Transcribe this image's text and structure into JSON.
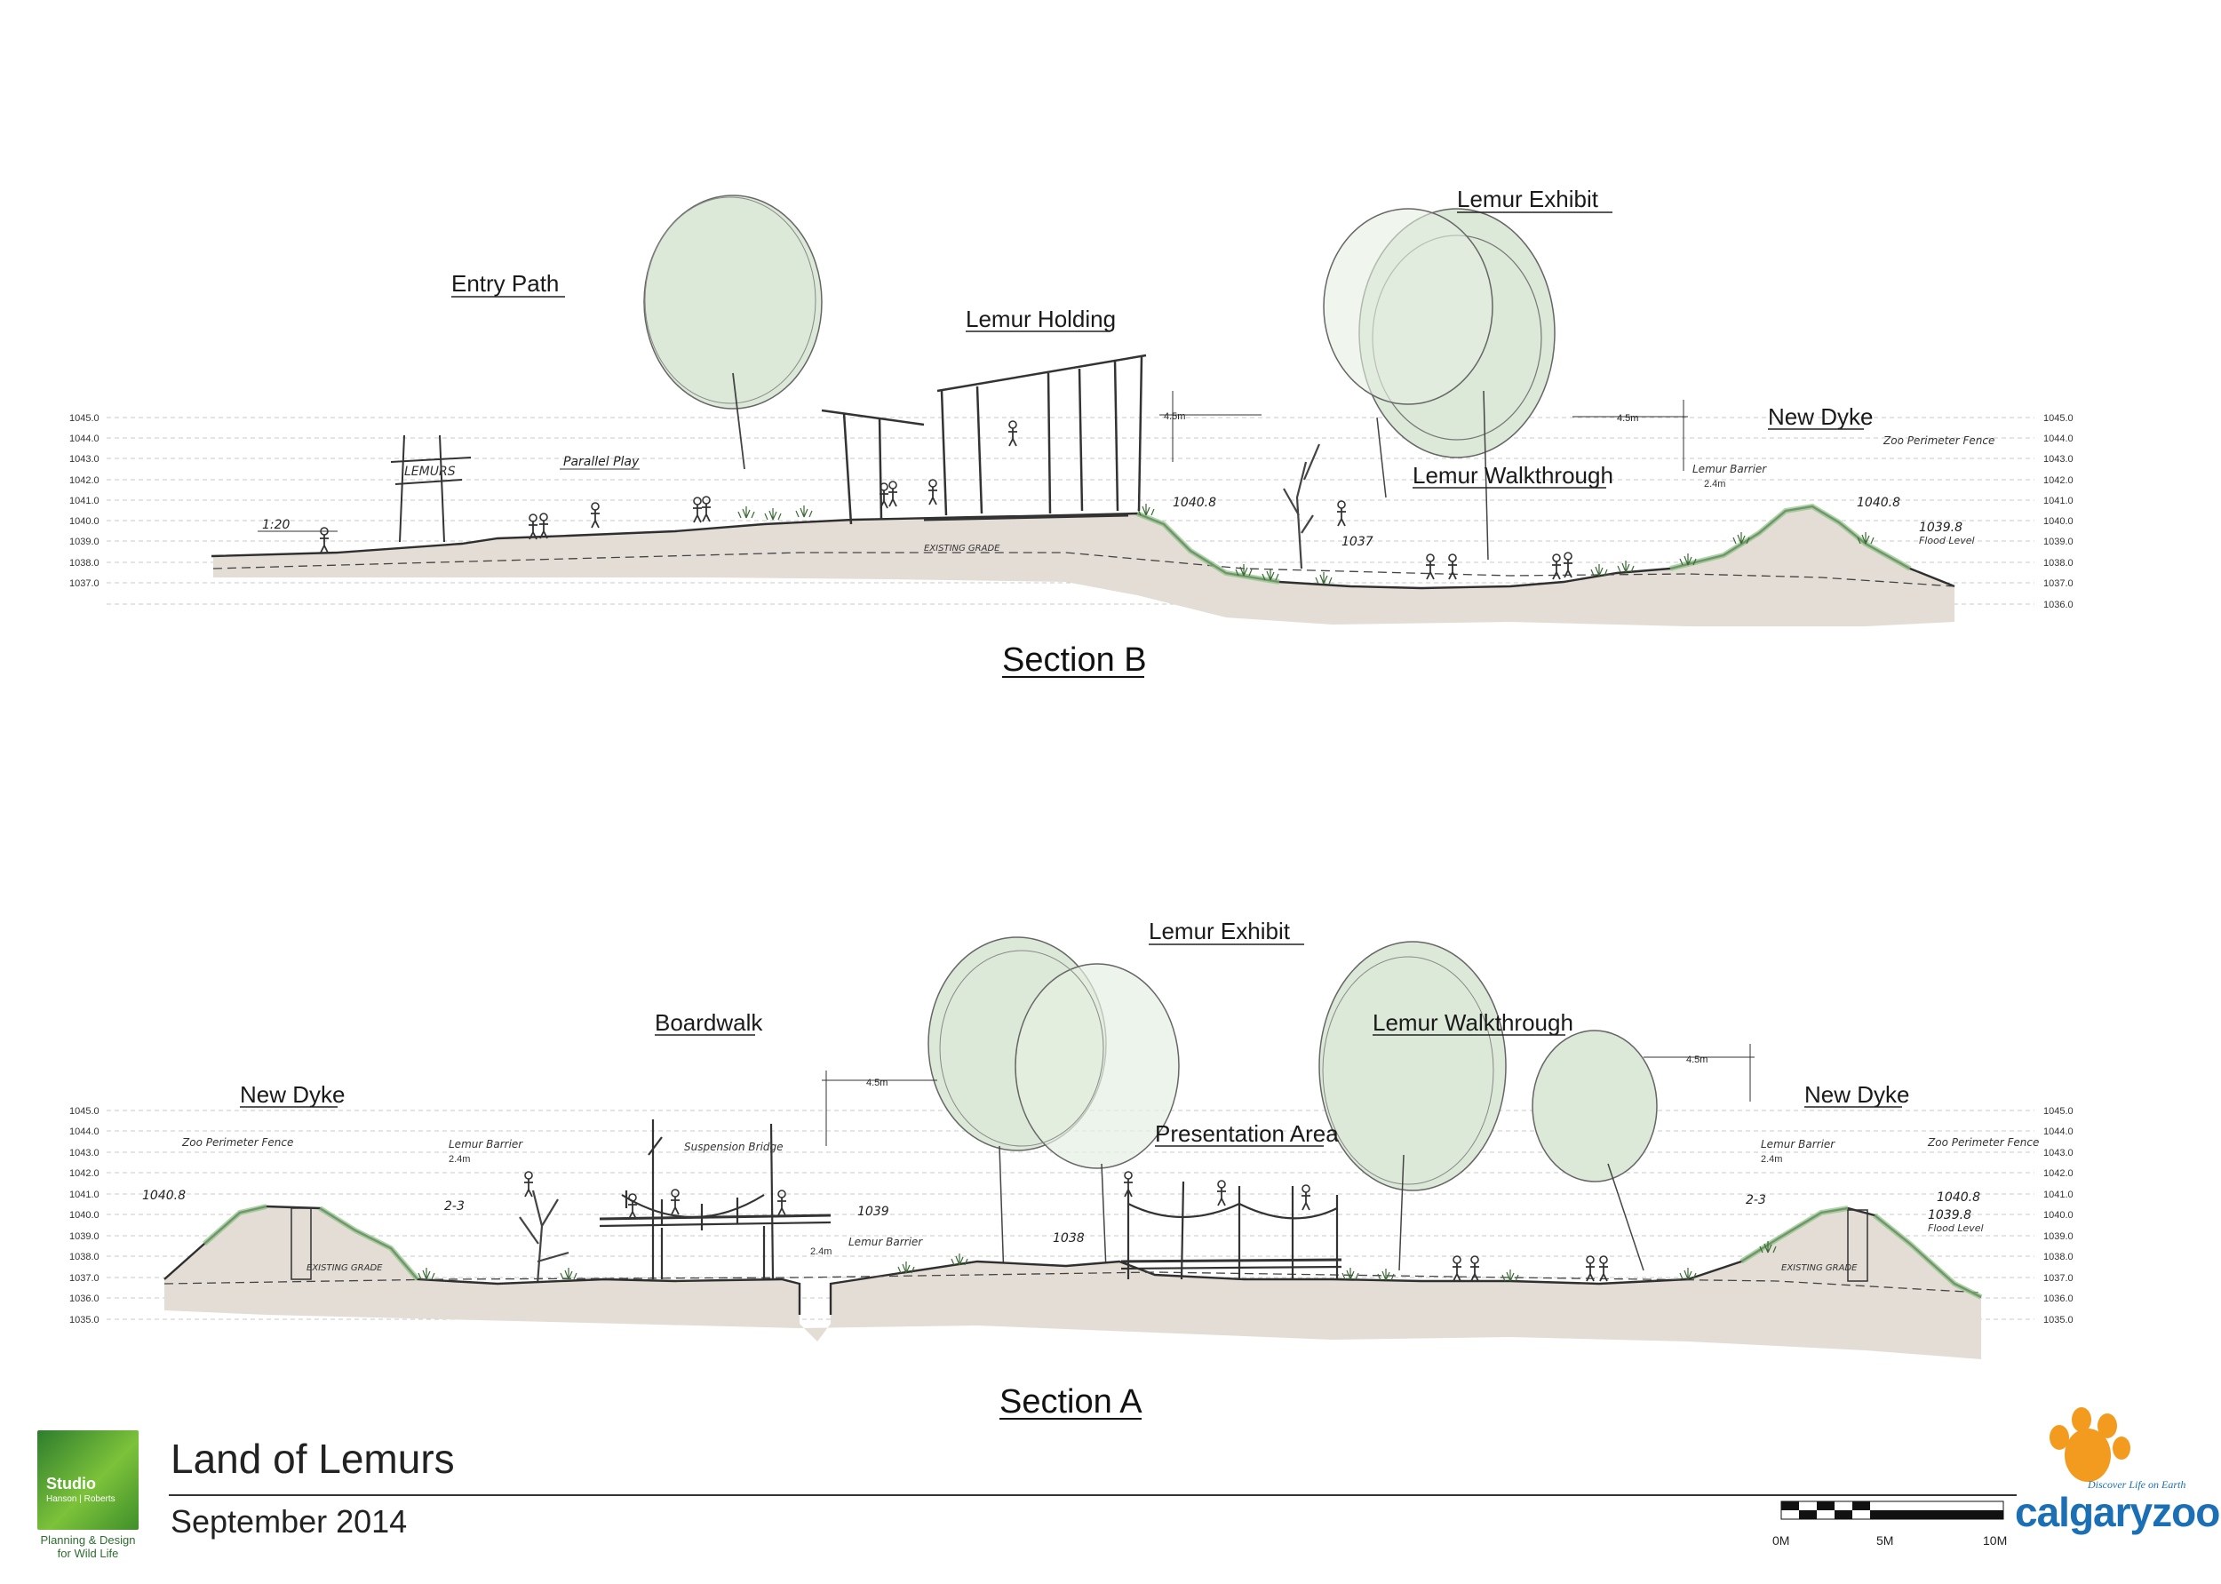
{
  "section_b": {
    "title": "Section B",
    "labels": {
      "entry_path": "Entry Path",
      "lemur_holding": "Lemur Holding",
      "lemur_exhibit": "Lemur Exhibit",
      "new_dyke": "New Dyke",
      "lemur_walkthrough": "Lemur Walkthrough"
    },
    "annotations": {
      "parallel_play": "Parallel Play",
      "slope": "1:20",
      "existing_grade": "EXISTING GRADE",
      "elev_1040_8": "1040.8",
      "elev_1037": "1037",
      "elev_1040_8_right": "1040.8",
      "elev_1039_8": "1039.8",
      "flood_level": "Flood Level",
      "lemur_barrier": "Lemur Barrier",
      "barrier_height": "2.4m",
      "zoo_fence": "Zoo Perimeter Fence",
      "dim_left": "4.5m",
      "dim_right": "4.5m"
    },
    "elevations_left": [
      "1045.0",
      "1044.0",
      "1043.0",
      "1042.0",
      "1041.0",
      "1040.0",
      "1039.0",
      "1038.0",
      "1037.0"
    ],
    "elevations_right": [
      "1045.0",
      "1044.0",
      "1043.0",
      "1042.0",
      "1041.0",
      "1040.0",
      "1039.0",
      "1038.0",
      "1037.0",
      "1036.0"
    ]
  },
  "section_a": {
    "title": "Section A",
    "labels": {
      "lemur_exhibit": "Lemur Exhibit",
      "boardwalk": "Boardwalk",
      "lemur_walkthrough": "Lemur Walkthrough",
      "new_dyke_left": "New Dyke",
      "new_dyke_right": "New Dyke",
      "presentation_area": "Presentation Area"
    },
    "annotations": {
      "zoo_fence_left": "Zoo Perimeter Fence",
      "zoo_fence_right": "Zoo Perimeter Fence",
      "lemur_barrier_left": "Lemur Barrier",
      "lemur_barrier_right": "Lemur Barrier",
      "barrier_height_left": "2.4m",
      "barrier_height_right": "2.4m",
      "barrier_height_mid": "2.4m",
      "lemur_barrier_mid": "Lemur Barrier",
      "suspension_bridge": "Suspension Bridge",
      "slope_left": "2-3",
      "slope_right": "2-3",
      "elev_1040_8_left": "1040.8",
      "elev_1039": "1039",
      "elev_1038": "1038",
      "elev_1040_8_right": "1040.8",
      "elev_1039_8": "1039.8",
      "flood_level": "Flood Level",
      "existing_grade_left": "EXISTING GRADE",
      "existing_grade_right": "EXISTING GRADE",
      "dim_left": "4.5m",
      "dim_right": "4.5m"
    },
    "elevations_left": [
      "1045.0",
      "1044.0",
      "1043.0",
      "1042.0",
      "1041.0",
      "1040.0",
      "1039.0",
      "1038.0",
      "1037.0",
      "1036.0",
      "1035.0"
    ],
    "elevations_right": [
      "1045.0",
      "1044.0",
      "1043.0",
      "1042.0",
      "1041.0",
      "1040.0",
      "1039.0",
      "1038.0",
      "1037.0",
      "1036.0",
      "1035.0"
    ]
  },
  "title_block": {
    "project": "Land of Lemurs",
    "date": "September 2014",
    "studio_name": "Studio",
    "studio_partners": "Hanson | Roberts",
    "studio_tagline_1": "Planning & Design",
    "studio_tagline_2": "for Wild Life",
    "client": "calgaryzoo",
    "client_tagline": "Discover Life on Earth",
    "scale": [
      "0M",
      "5M",
      "10M"
    ]
  },
  "colors": {
    "tree_fill": "#dde9d8",
    "ground_fill": "#e3ddd5",
    "grass": "#8cc083",
    "line": "#2f2f2f",
    "zoo_blue": "#1b6fb5",
    "zoo_orange": "#f39b1f"
  }
}
